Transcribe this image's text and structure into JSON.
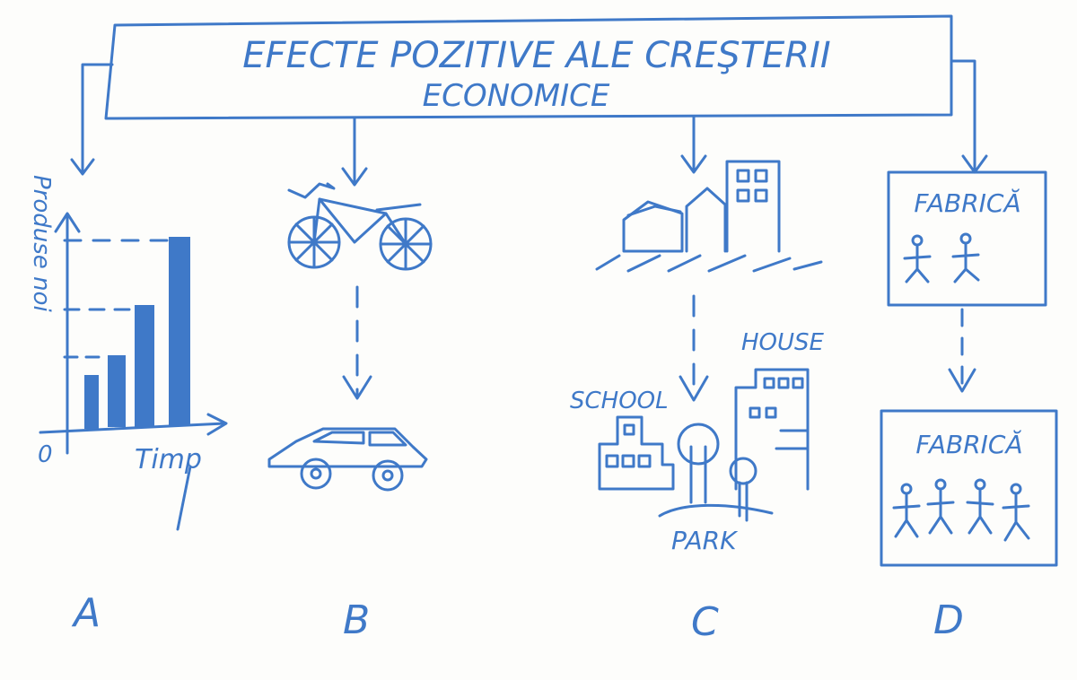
{
  "title_line1": "EFECTE POZITIVE ALE CREŞTERII",
  "title_line2": "ECONOMICE",
  "panel_a": {
    "ylabel": "Produse noi",
    "origin": "0",
    "xlabel": "Timp",
    "letter": "A"
  },
  "panel_b": {
    "letter": "B"
  },
  "panel_c": {
    "school": "SCHOOL",
    "house": "HOUSE",
    "park": "PARK",
    "letter": "C"
  },
  "panel_d": {
    "factory_top": "FABRICĂ",
    "factory_bottom": "FABRICĂ",
    "letter": "D"
  },
  "colors": {
    "ink": "#3f79c8",
    "paper": "#fdfdfb"
  }
}
